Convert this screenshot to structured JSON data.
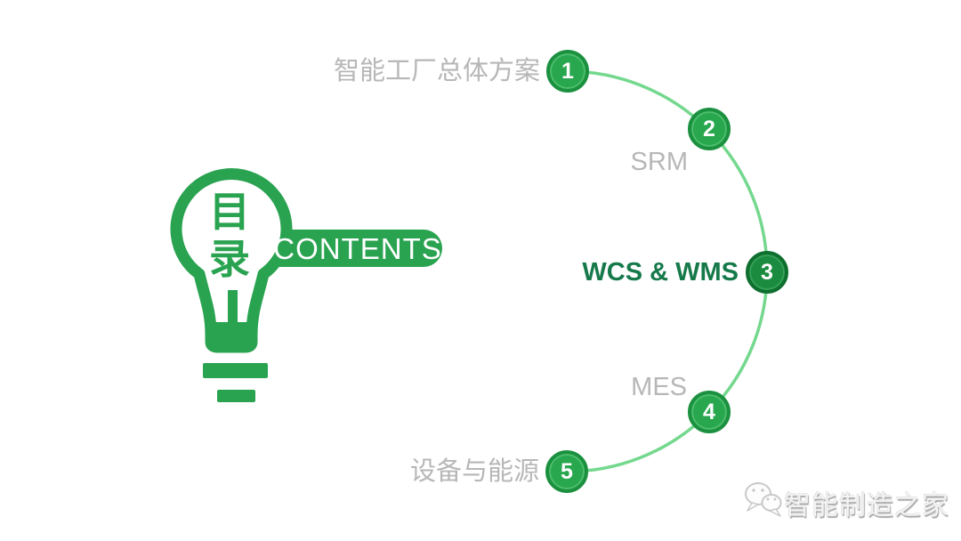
{
  "slide": {
    "type": "table-of-contents",
    "background": "#ffffff"
  },
  "toc_header": {
    "char_top": "目",
    "char_bottom": "录",
    "tag_label": "CONTENTS",
    "icon": "lightbulb-icon"
  },
  "items": [
    {
      "number": "1",
      "label": "智能工厂总体方案",
      "active": false
    },
    {
      "number": "2",
      "label": "SRM",
      "active": false
    },
    {
      "number": "3",
      "label": "WCS & WMS",
      "active": true
    },
    {
      "number": "4",
      "label": "MES",
      "active": false
    },
    {
      "number": "5",
      "label": "设备与能源",
      "active": false
    }
  ],
  "watermark": {
    "icon": "wechat-icon",
    "text": "智能制造之家"
  },
  "colors": {
    "primary_green": "#2aa351",
    "arc_green": "#74d88e",
    "badge_fill": "#28a74e",
    "badge_ring": "#1b9140",
    "badge_active_fill": "#1b8c3f",
    "badge_active_ring": "#0e6f2f",
    "label_gray": "#b7b7b7",
    "label_active_green": "#16794a",
    "tag_text": "#ffffff"
  }
}
